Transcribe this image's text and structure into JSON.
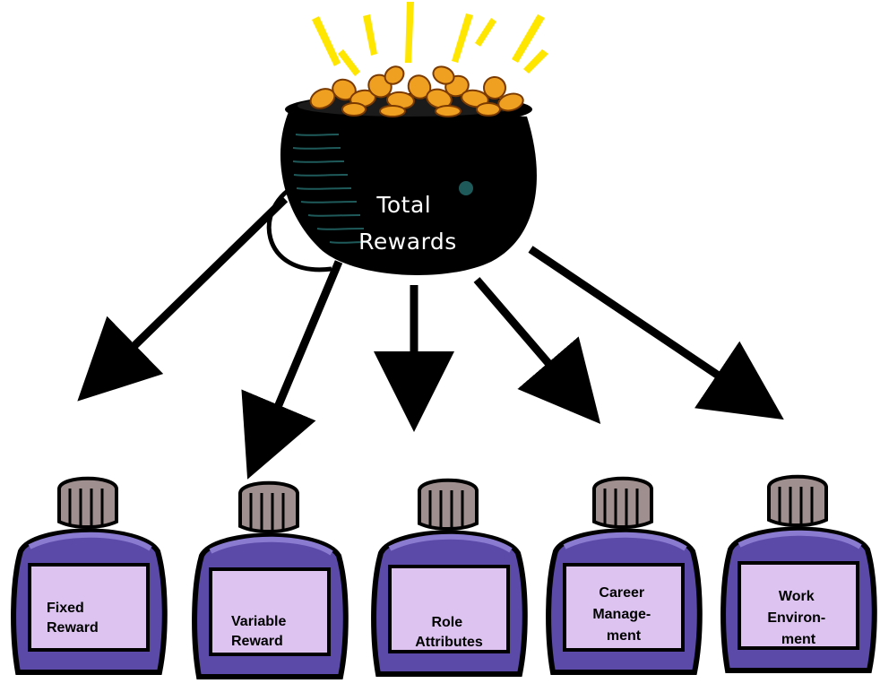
{
  "center": {
    "label_lines": [
      "Total",
      "Rewards"
    ],
    "icon": "pot-of-gold-icon"
  },
  "jars": [
    {
      "id": "fixed-reward",
      "label_lines": [
        "Fixed",
        "Reward"
      ],
      "icon": "jar-icon"
    },
    {
      "id": "variable-reward",
      "label_lines": [
        "Variable",
        "Reward"
      ],
      "icon": "jar-icon"
    },
    {
      "id": "role-attributes",
      "label_lines": [
        "Role",
        "Attributes"
      ],
      "icon": "jar-icon"
    },
    {
      "id": "career-management",
      "label_lines": [
        "Career",
        "Manage-",
        "ment"
      ],
      "icon": "jar-icon"
    },
    {
      "id": "work-environment",
      "label_lines": [
        "Work",
        "Environ-",
        "ment"
      ],
      "icon": "jar-icon"
    }
  ],
  "colors": {
    "pot": "#000000",
    "pot_stripes": "#1f5a5a",
    "coin_fill": "#f0a020",
    "coin_edge": "#b05a00",
    "sparkle": "#ffe600",
    "jar_body": "#5b4aa8",
    "jar_body_light": "#8a7ad0",
    "jar_label": "#dcc3f0",
    "jar_cap": "#a08f8f",
    "arrow": "#000000"
  }
}
